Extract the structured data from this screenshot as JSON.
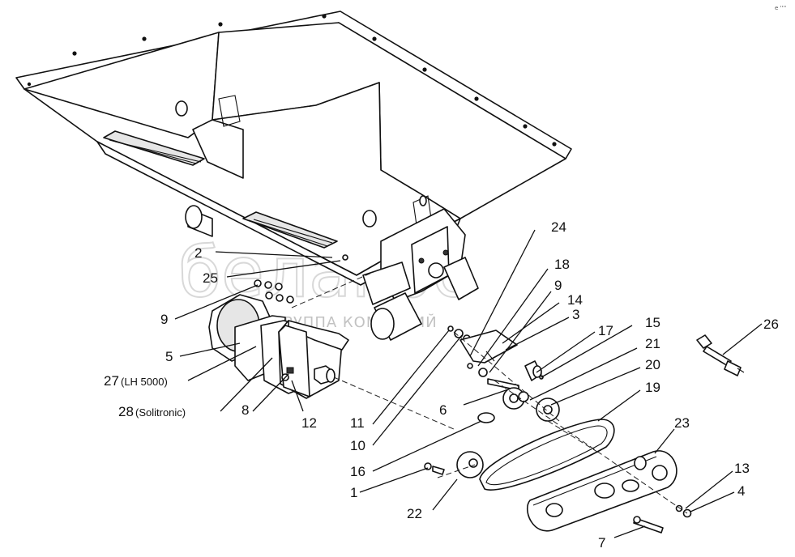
{
  "watermark": {
    "brand": "белагро",
    "group": "ГРУППА КОМПАНИЙ",
    "corner_mark": "e ''''"
  },
  "callouts": [
    {
      "id": "c2",
      "num": "2"
    },
    {
      "id": "c25",
      "num": "25"
    },
    {
      "id": "c9a",
      "num": "9"
    },
    {
      "id": "c5",
      "num": "5"
    },
    {
      "id": "c27",
      "num": "27",
      "note": "(LH 5000)"
    },
    {
      "id": "c28",
      "num": "28",
      "note": "(Solitronic)"
    },
    {
      "id": "c8",
      "num": "8"
    },
    {
      "id": "c12",
      "num": "12"
    },
    {
      "id": "c11",
      "num": "11"
    },
    {
      "id": "c10",
      "num": "10"
    },
    {
      "id": "c16",
      "num": "16"
    },
    {
      "id": "c1",
      "num": "1"
    },
    {
      "id": "c22",
      "num": "22"
    },
    {
      "id": "c24",
      "num": "24"
    },
    {
      "id": "c18",
      "num": "18"
    },
    {
      "id": "c9b",
      "num": "9"
    },
    {
      "id": "c14",
      "num": "14"
    },
    {
      "id": "c3",
      "num": "3"
    },
    {
      "id": "c17",
      "num": "17"
    },
    {
      "id": "c15",
      "num": "15"
    },
    {
      "id": "c21",
      "num": "21"
    },
    {
      "id": "c20",
      "num": "20"
    },
    {
      "id": "c6",
      "num": "6"
    },
    {
      "id": "c19",
      "num": "19"
    },
    {
      "id": "c23",
      "num": "23"
    },
    {
      "id": "c26",
      "num": "26"
    },
    {
      "id": "c13",
      "num": "13"
    },
    {
      "id": "c4",
      "num": "4"
    },
    {
      "id": "c7",
      "num": "7"
    }
  ]
}
